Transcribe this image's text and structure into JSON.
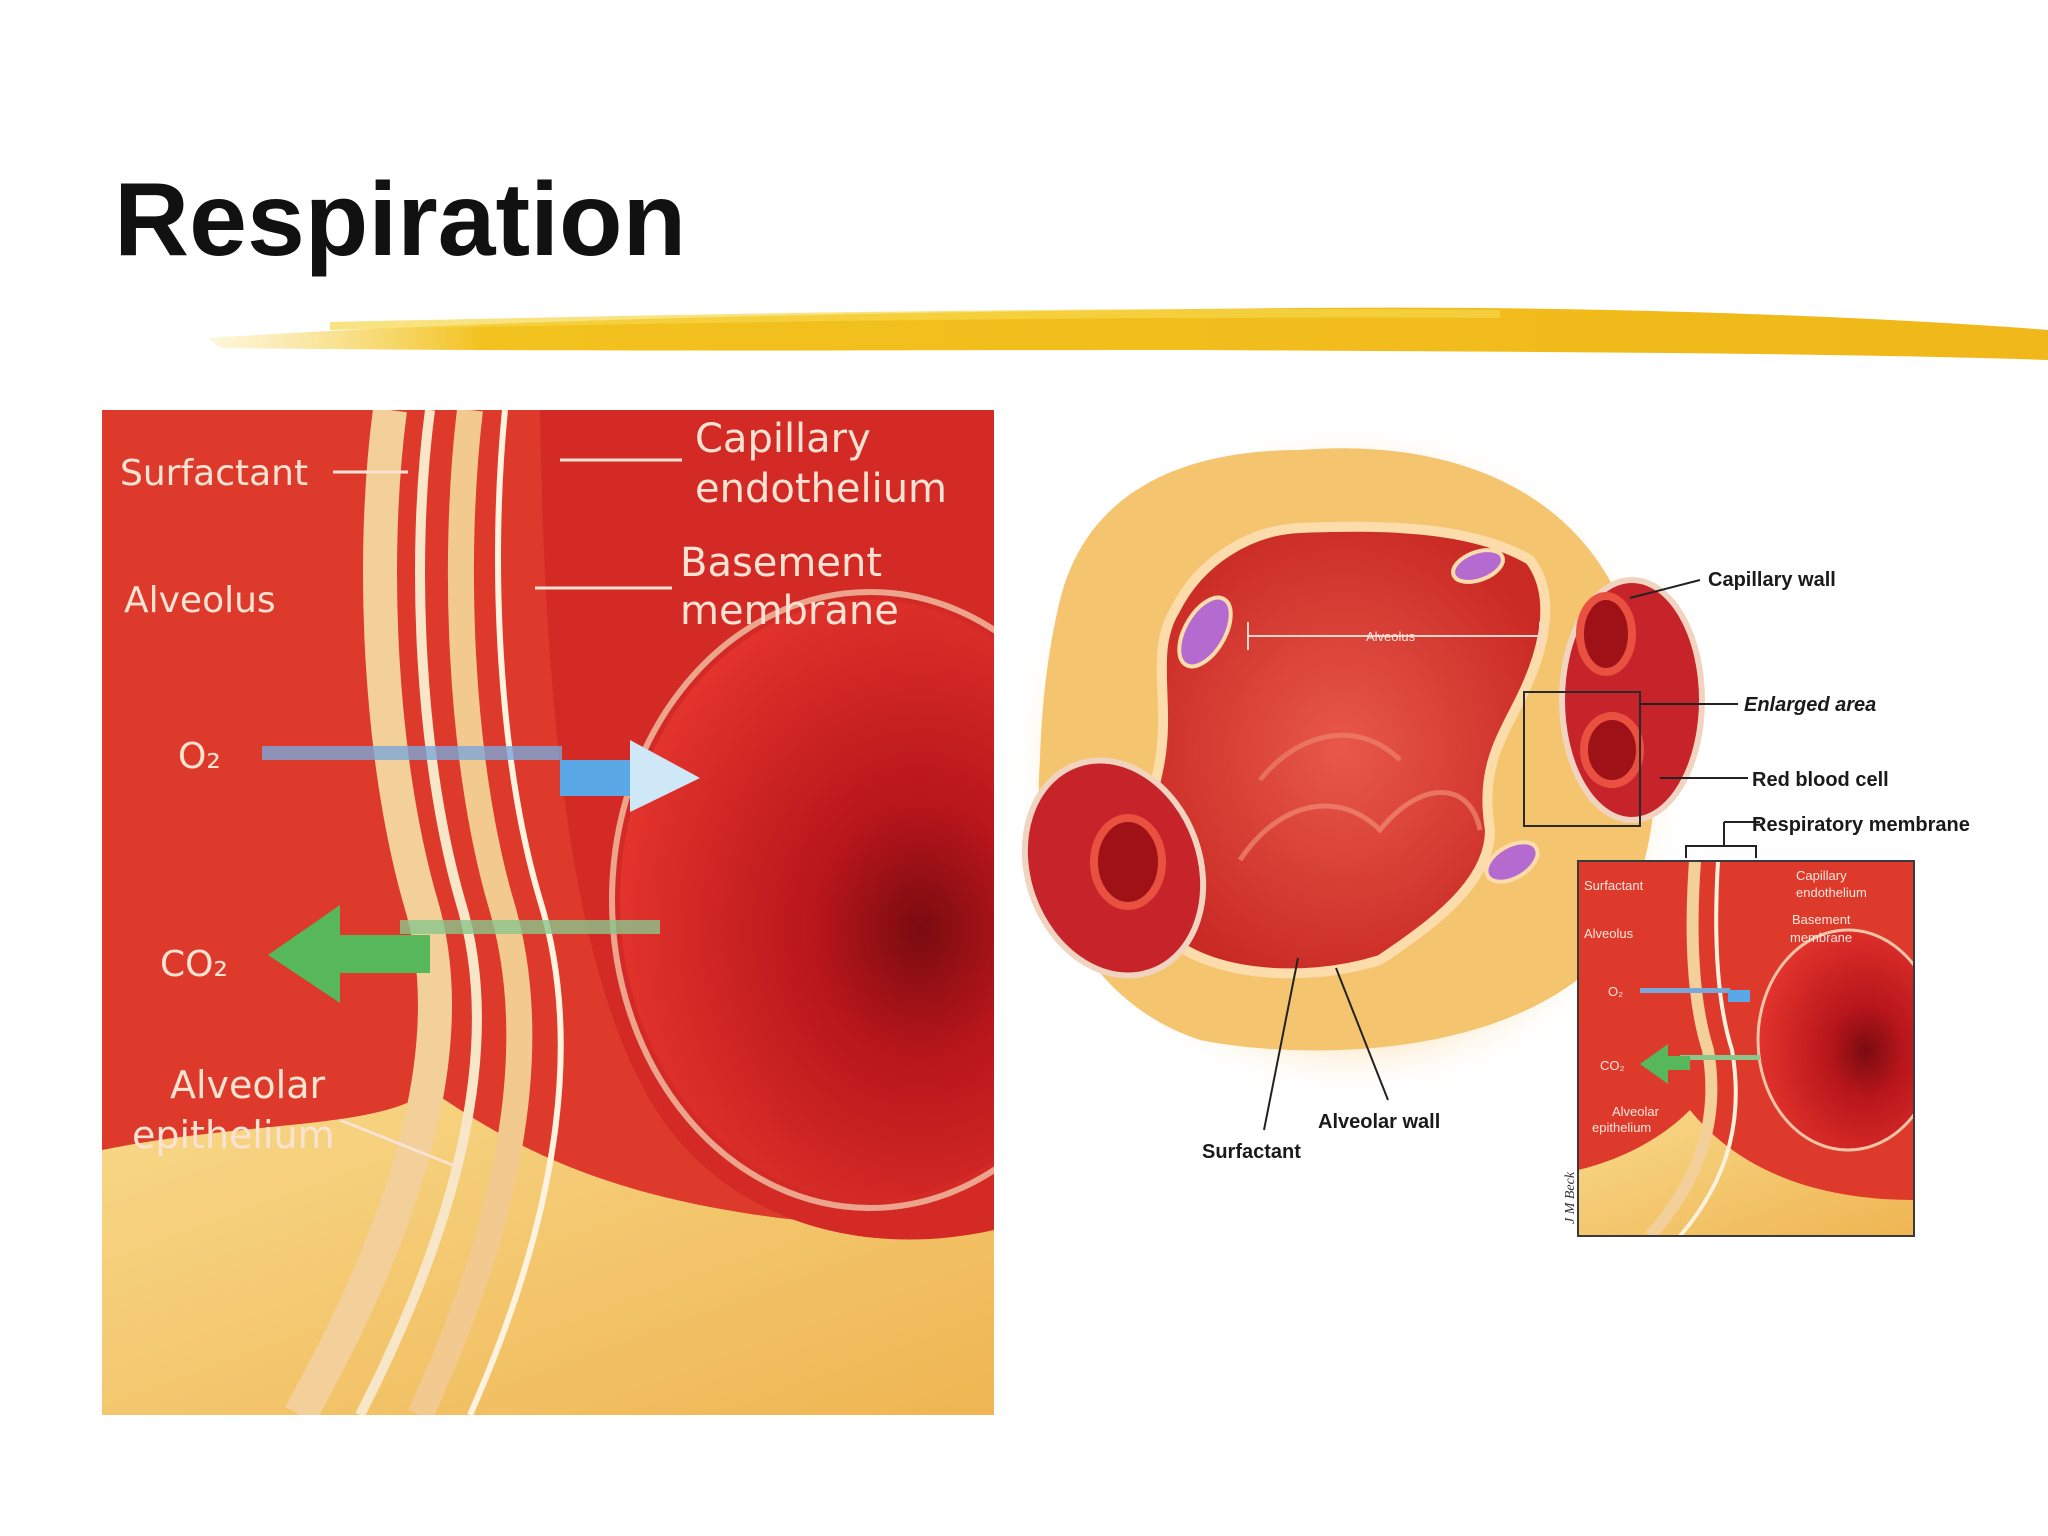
{
  "slide": {
    "title": "Respiration",
    "accent_color": "#f2c21e"
  },
  "left_diagram": {
    "labels": {
      "surfactant": "Surfactant",
      "capillary_endothelium_1": "Capillary",
      "capillary_endothelium_2": "endothelium",
      "basement_membrane_1": "Basement",
      "basement_membrane_2": "membrane",
      "alveolus": "Alveolus",
      "o2": "O₂",
      "co2": "CO₂",
      "alveolar_epithelium_1": "Alveolar",
      "alveolar_epithelium_2": "epithelium"
    }
  },
  "right_diagram": {
    "labels": {
      "alveolus": "Alveolus",
      "capillary_wall": "Capillary wall",
      "enlarged_area": "Enlarged area",
      "red_blood_cell": "Red blood cell",
      "respiratory_membrane": "Respiratory membrane",
      "alveolar_wall": "Alveolar wall",
      "surfactant": "Surfactant",
      "signature": "J M Beck"
    },
    "inset_labels": {
      "surfactant": "Surfactant",
      "capillary_endothelium_1": "Capillary",
      "capillary_endothelium_2": "endothelium",
      "basement_membrane_1": "Basement",
      "basement_membrane_2": "membrane",
      "alveolus": "Alveolus",
      "o2": "O₂",
      "co2": "CO₂",
      "alveolar_epithelium_1": "Alveolar",
      "alveolar_epithelium_2": "epithelium"
    }
  },
  "colors": {
    "blood_red": "#d8282a",
    "tissue_yellow": "#f6c870",
    "o2_arrow": "#5aa8e6",
    "co2_arrow": "#56b85a"
  }
}
